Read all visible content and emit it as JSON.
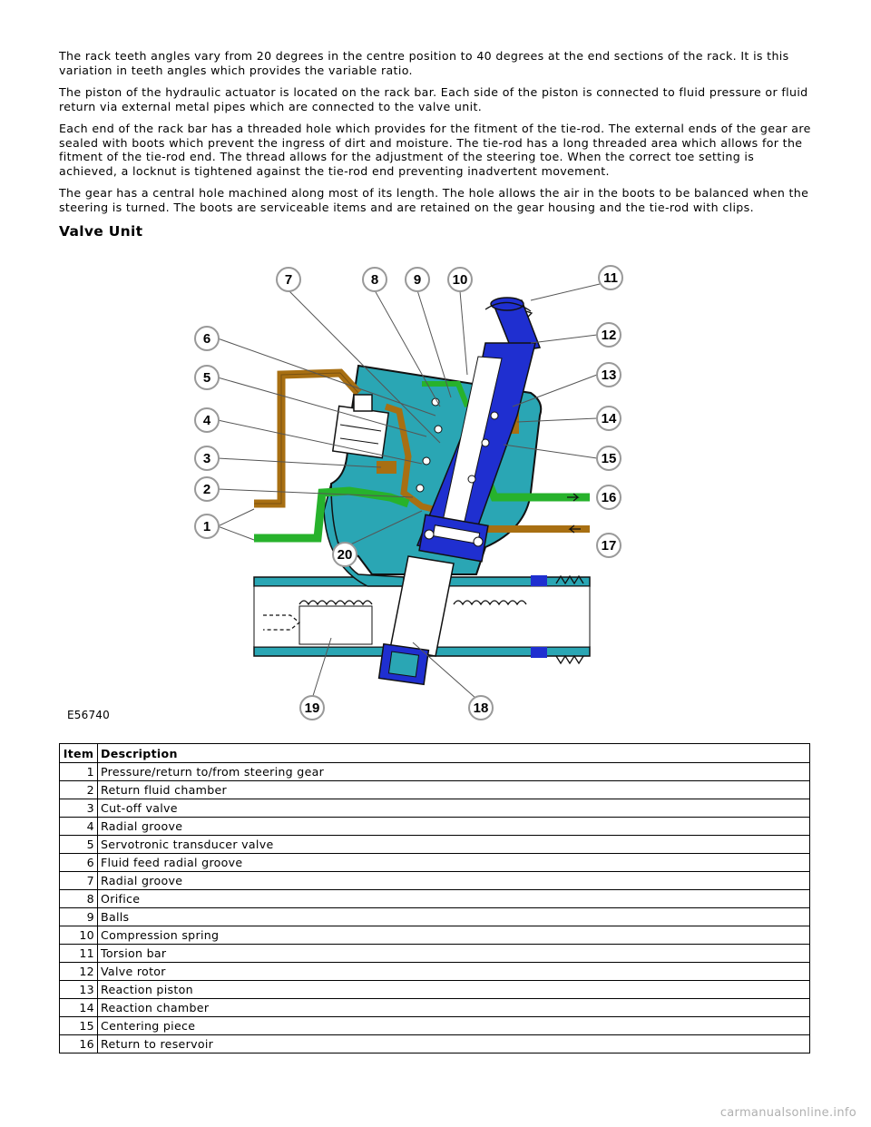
{
  "paragraphs": [
    "The rack teeth angles vary from 20 degrees in the centre position to 40 degrees at the end sections of the rack. It is this variation in teeth angles which provides the variable ratio.",
    "The piston of the hydraulic actuator is located on the rack bar. Each side of the piston is connected to fluid pressure or fluid return via external metal pipes which are connected to the valve unit.",
    "Each end of the rack bar has a threaded hole which provides for the fitment of the tie-rod. The external ends of the gear are sealed with boots which prevent the ingress of dirt and moisture. The tie-rod has a long threaded area which allows for the fitment of the tie-rod end. The thread allows for the adjustment of the steering toe. When the correct toe setting is achieved, a locknut is tightened against the tie-rod end preventing inadvertent movement.",
    "The gear has a central hole machined along most of its length. The hole allows the air in the boots to be balanced when the steering is turned. The boots are serviceable items and are retained on the gear housing and the tie-rod with clips."
  ],
  "section_heading": "Valve Unit",
  "figure": {
    "id": "E56740",
    "callouts": [
      "1",
      "2",
      "3",
      "4",
      "5",
      "6",
      "7",
      "8",
      "9",
      "10",
      "11",
      "12",
      "13",
      "14",
      "15",
      "16",
      "17",
      "18",
      "19",
      "20"
    ],
    "colors": {
      "housing": "#2aa6b4",
      "pressure": "#1f2fd0",
      "return": "#a86f12",
      "feed": "#27b22c",
      "outline": "#111111"
    }
  },
  "table": {
    "headers": {
      "item": "Item",
      "description": "Description"
    },
    "rows": [
      {
        "item": "1",
        "description": "Pressure/return to/from steering gear"
      },
      {
        "item": "2",
        "description": "Return fluid chamber"
      },
      {
        "item": "3",
        "description": "Cut-off valve"
      },
      {
        "item": "4",
        "description": "Radial groove"
      },
      {
        "item": "5",
        "description": "Servotronic transducer valve"
      },
      {
        "item": "6",
        "description": "Fluid feed radial groove"
      },
      {
        "item": "7",
        "description": "Radial groove"
      },
      {
        "item": "8",
        "description": "Orifice"
      },
      {
        "item": "9",
        "description": "Balls"
      },
      {
        "item": "10",
        "description": "Compression spring"
      },
      {
        "item": "11",
        "description": "Torsion bar"
      },
      {
        "item": "12",
        "description": "Valve rotor"
      },
      {
        "item": "13",
        "description": "Reaction piston"
      },
      {
        "item": "14",
        "description": "Reaction chamber"
      },
      {
        "item": "15",
        "description": "Centering piece"
      },
      {
        "item": "16",
        "description": "Return to reservoir"
      }
    ]
  },
  "watermark": "carmanualsonline.info"
}
